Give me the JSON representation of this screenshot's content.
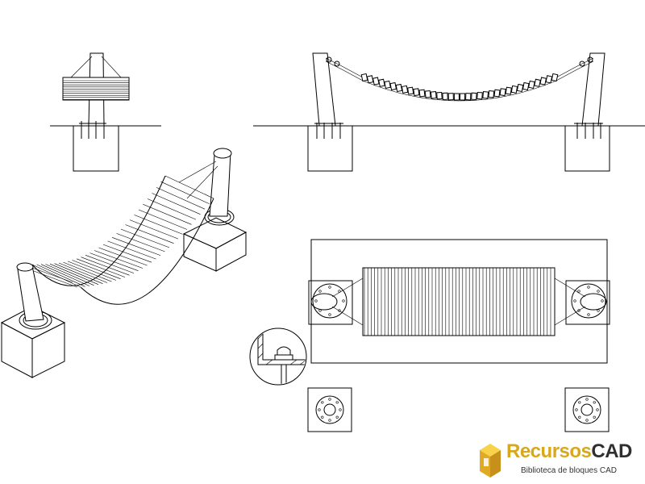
{
  "brand": {
    "name_part1": "Recursos",
    "name_part2": "CAD",
    "tagline": "Biblioteca de bloques CAD",
    "colors": {
      "gold": "#f2c12e",
      "gold_dark": "#c7901a",
      "text": "#2f2f2f"
    }
  },
  "drawing": {
    "line_color": "#000000",
    "background": "#ffffff"
  }
}
